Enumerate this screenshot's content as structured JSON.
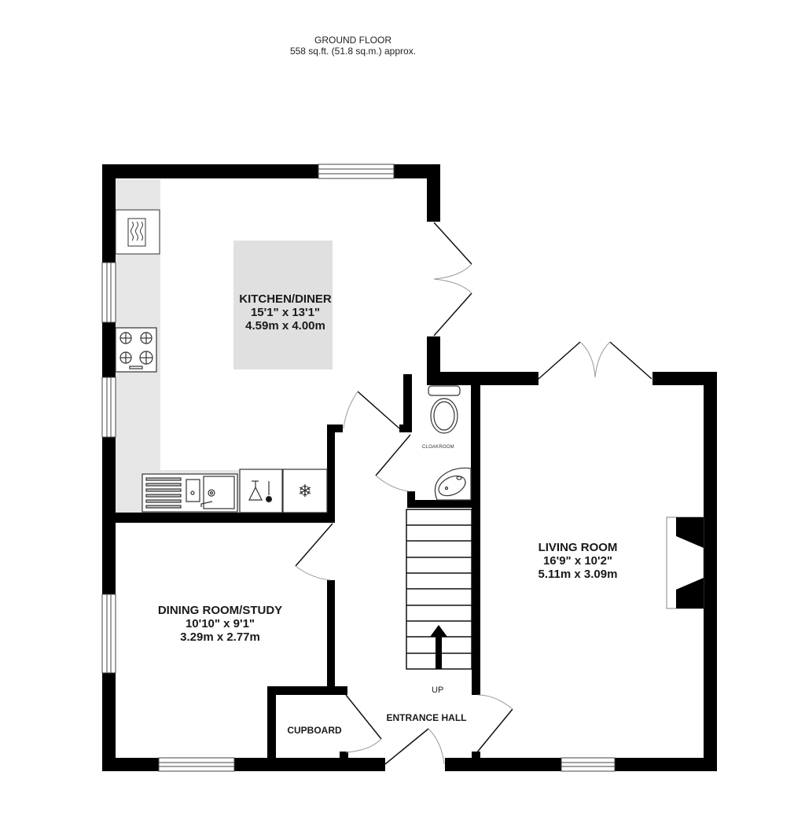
{
  "header": {
    "floor": "GROUND FLOOR",
    "area": "558 sq.ft. (51.8 sq.m.) approx."
  },
  "rooms": {
    "kitchen": {
      "name": "KITCHEN/DINER",
      "imperial": "15'1\"  x 13'1\"",
      "metric": "4.59m  x 4.00m"
    },
    "living": {
      "name": "LIVING ROOM",
      "imperial": "16'9\"  x 10'2\"",
      "metric": "5.11m  x 3.09m"
    },
    "dining": {
      "name": "DINING ROOM/STUDY",
      "imperial": "10'10\"  x 9'1\"",
      "metric": "3.29m  x 2.77m"
    },
    "cupboard": {
      "name": "CUPBOARD"
    },
    "hall": {
      "name": "ENTRANCE HALL"
    },
    "cloakroom": {
      "name": "CLOAKROOM"
    }
  },
  "stairs": {
    "label": "UP",
    "treads": 10
  },
  "fixtures": [
    "microwave-icon",
    "hob-icon",
    "sink-icon",
    "dishwasher-icon",
    "fridge-freezer-icon",
    "toilet-icon",
    "basin-icon",
    "fireplace-icon"
  ],
  "colors": {
    "wall": "#000000",
    "worktop": "#e6e6e6",
    "island": "#e0e0e0",
    "background": "#ffffff"
  }
}
